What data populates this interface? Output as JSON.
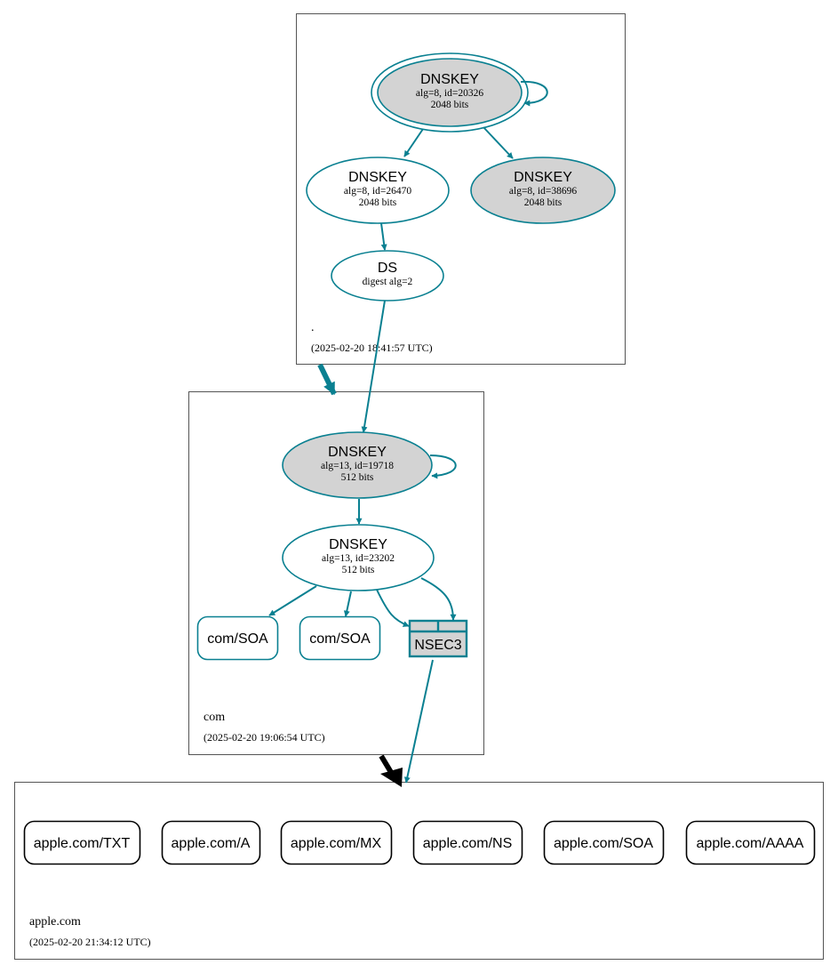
{
  "colors": {
    "edge": "#0a8091",
    "node_fill_gray": "#d3d3d3",
    "zone_border": "#555555",
    "black": "#000000"
  },
  "zones": {
    "root": {
      "name": ".",
      "timestamp": "(2025-02-20 18:41:57 UTC)"
    },
    "com": {
      "name": "com",
      "timestamp": "(2025-02-20 19:06:54 UTC)"
    },
    "apple": {
      "name": "apple.com",
      "timestamp": "(2025-02-20 21:34:12 UTC)"
    }
  },
  "nodes": {
    "root_ksk": {
      "title": "DNSKEY",
      "line1": "alg=8, id=20326",
      "line2": "2048 bits"
    },
    "root_zsk1": {
      "title": "DNSKEY",
      "line1": "alg=8, id=26470",
      "line2": "2048 bits"
    },
    "root_zsk2": {
      "title": "DNSKEY",
      "line1": "alg=8, id=38696",
      "line2": "2048 bits"
    },
    "ds": {
      "title": "DS",
      "line1": "digest alg=2"
    },
    "com_ksk": {
      "title": "DNSKEY",
      "line1": "alg=13, id=19718",
      "line2": "512 bits"
    },
    "com_zsk": {
      "title": "DNSKEY",
      "line1": "alg=13, id=23202",
      "line2": "512 bits"
    },
    "com_soa1": {
      "title": "com/SOA"
    },
    "com_soa2": {
      "title": "com/SOA"
    },
    "nsec3": {
      "title": "NSEC3"
    }
  },
  "apple_records": [
    "apple.com/TXT",
    "apple.com/A",
    "apple.com/MX",
    "apple.com/NS",
    "apple.com/SOA",
    "apple.com/AAAA"
  ]
}
